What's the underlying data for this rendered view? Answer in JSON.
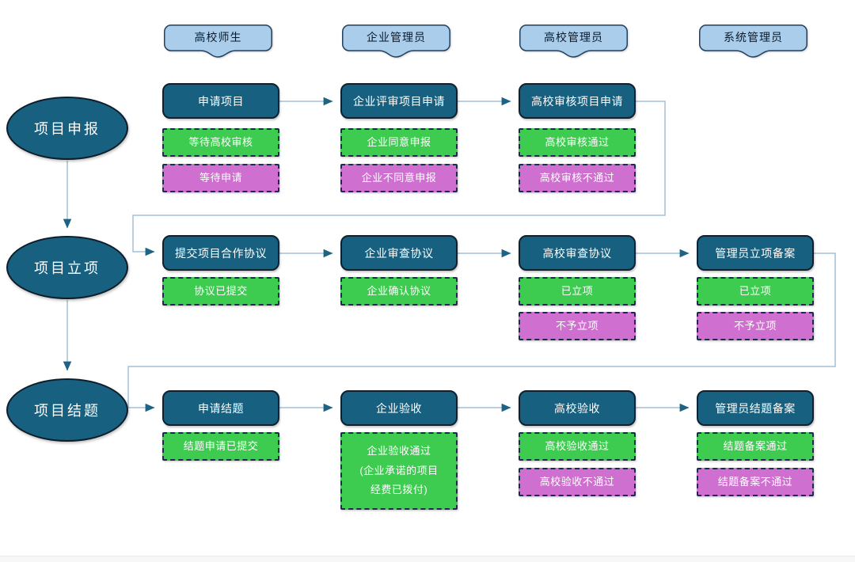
{
  "lanes": [
    {
      "label": "高校师生"
    },
    {
      "label": "企业管理员"
    },
    {
      "label": "高校管理员"
    },
    {
      "label": "系统管理员"
    }
  ],
  "phases": [
    {
      "label": "项目申报"
    },
    {
      "label": "项目立项"
    },
    {
      "label": "项目结题"
    }
  ],
  "rows": [
    {
      "steps": [
        {
          "action": "申请项目",
          "ok": "等待高校审核",
          "fail": "等待申请"
        },
        {
          "action": "企业评审项目申请",
          "ok": "企业同意申报",
          "fail": "企业不同意申报"
        },
        {
          "action": "高校审核项目申请",
          "ok": "高校审核通过",
          "fail": "高校审核不通过"
        }
      ]
    },
    {
      "steps": [
        {
          "action": "提交项目合作协议",
          "ok": "协议已提交"
        },
        {
          "action": "企业审查协议",
          "ok": "企业确认协议"
        },
        {
          "action": "高校审查协议",
          "ok": "已立项",
          "fail": "不予立项"
        },
        {
          "action": "管理员立项备案",
          "ok": "已立项",
          "fail": "不予立项"
        }
      ]
    },
    {
      "steps": [
        {
          "action": "申请结题",
          "ok": "结题申请已提交"
        },
        {
          "action": "企业验收",
          "ok": "企业验收通过\n(企业承诺的项目\n经费已拨付)"
        },
        {
          "action": "高校验收",
          "ok": "高校验收通过",
          "fail": "高校验收不通过"
        },
        {
          "action": "管理员结题备案",
          "ok": "结题备案通过",
          "fail": "结题备案不通过"
        }
      ]
    }
  ],
  "colors": {
    "node_fill": "#17607f",
    "node_border": "#0c2233",
    "status_green": "#3ecc50",
    "status_magenta": "#cf6fd0",
    "lane_fill": "#a9cdea",
    "lane_border": "#24415e",
    "connector_line": "#a3c0d6",
    "arrow_head": "#1d6385"
  }
}
